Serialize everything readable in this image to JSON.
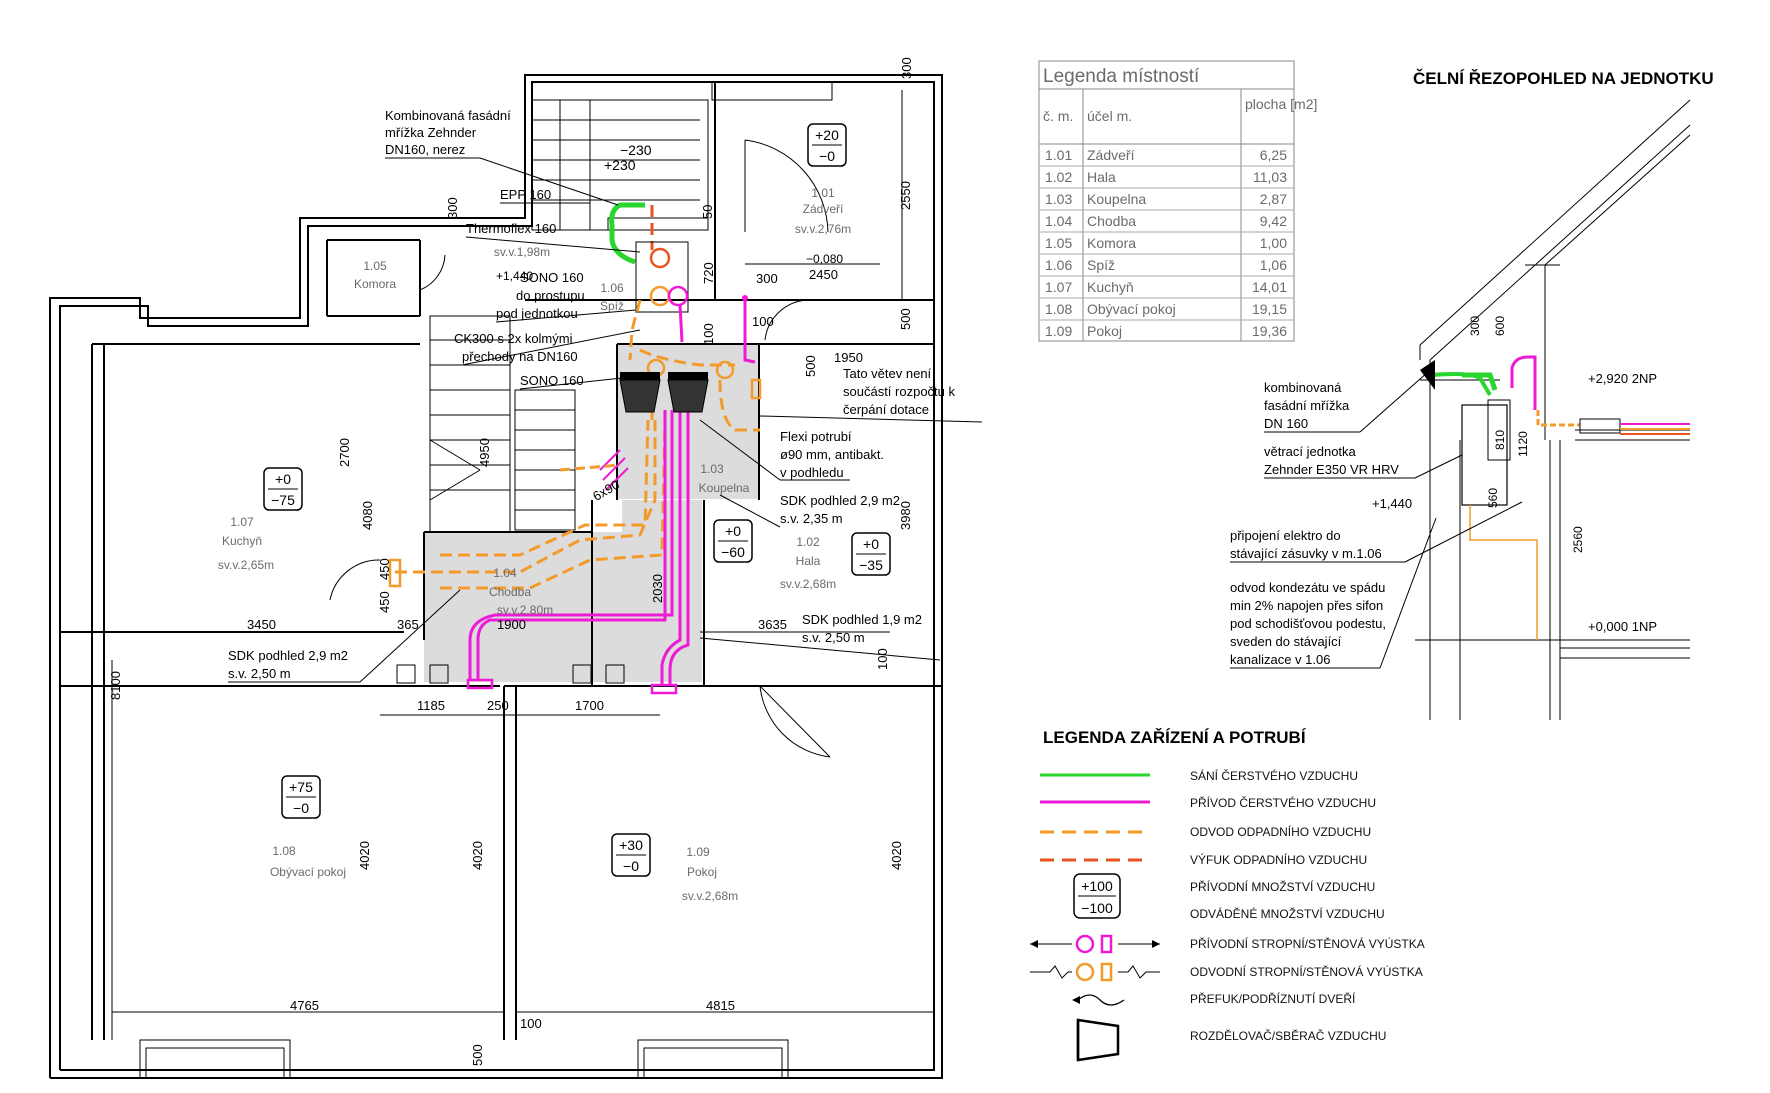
{
  "unit_notes": {
    "facade_grille": [
      "Kombinovaná fasádní",
      "mřížka Zehnder",
      "DN160, nerez"
    ],
    "epp": "EPP 160",
    "thermoflex": "Thermoflex 160",
    "sono_plug": [
      "SONO 160",
      "do prostupu",
      "pod jednotkou"
    ],
    "ck300": [
      "CK300 s 2x kolmými",
      "přechody na DN160"
    ],
    "sono": "SONO 160",
    "branch_note": [
      "Tato větev není",
      "součástí rozpočtu k",
      "čerpání dotace"
    ],
    "flexi": [
      "Flexi potrubí",
      "ø90 mm, antibakt.",
      "v podhledu"
    ],
    "sdk_1": [
      "SDK podhled 2,9 m2",
      "s.v. 2,35 m"
    ],
    "sdk_2": [
      "SDK podhled 1,9 m2",
      "s.v. 2,50 m"
    ],
    "sdk_3": [
      "SDK podhled 2,9 m2",
      "s.v. 2,50 m"
    ],
    "six_x90": "6x90"
  },
  "rooms": [
    {
      "id": "1.01",
      "name": "Zádveří",
      "height": "sv.v.2,76m",
      "flow": [
        "+20",
        "−0"
      ]
    },
    {
      "id": "1.02",
      "name": "Hala",
      "height": "sv.v.2,68m",
      "flow": [
        "+0",
        "−35"
      ]
    },
    {
      "id": "1.03",
      "name": "Koupelna",
      "height": "",
      "flow": [
        "+0",
        "−60"
      ]
    },
    {
      "id": "1.04",
      "name": "Chodba",
      "height": "sv.v.2,80m",
      "flow": []
    },
    {
      "id": "1.05",
      "name": "Komora",
      "height": "",
      "flow": []
    },
    {
      "id": "1.06",
      "name": "Spíž",
      "height": "sv.v.1,98m",
      "flow": []
    },
    {
      "id": "1.07",
      "name": "Kuchyň",
      "height": "sv.v.2,65m",
      "flow": [
        "+0",
        "−75"
      ]
    },
    {
      "id": "1.08",
      "name": "Obývací pokoj",
      "height": "",
      "flow": [
        "+75",
        "−0"
      ]
    },
    {
      "id": "1.09",
      "name": "Pokoj",
      "height": "sv.v.2,68m",
      "flow": [
        "+30",
        "−0"
      ]
    }
  ],
  "dimensions": [
    "+230",
    "−230",
    "300",
    "50",
    "2550",
    "300",
    "720",
    "2450",
    "−0,080",
    "+1,440",
    "500",
    "100",
    "1950",
    "500",
    "2700",
    "4950",
    "4080",
    "450",
    "450",
    "3450",
    "365",
    "1900",
    "2030",
    "3980",
    "3635",
    "100",
    "1185",
    "250",
    "1700",
    "8100",
    "4020",
    "4020",
    "4020",
    "4765",
    "4815",
    "100",
    "500",
    "100",
    "300"
  ],
  "room_table": {
    "title": "Legenda místností",
    "headers": [
      "č. m.",
      "účel m.",
      "plocha [m2]"
    ],
    "rows": [
      [
        "1.01",
        "Zádveří",
        "6,25"
      ],
      [
        "1.02",
        "Hala",
        "11,03"
      ],
      [
        "1.03",
        "Koupelna",
        "2,87"
      ],
      [
        "1.04",
        "Chodba",
        "9,42"
      ],
      [
        "1.05",
        "Komora",
        "1,00"
      ],
      [
        "1.06",
        "Spíž",
        "1,06"
      ],
      [
        "1.07",
        "Kuchyň",
        "14,01"
      ],
      [
        "1.08",
        "Obývací pokoj",
        "19,15"
      ],
      [
        "1.09",
        "Pokoj",
        "19,36"
      ]
    ]
  },
  "section": {
    "title": "ČELNÍ ŘEZOPOHLED NA JEDNOTKU",
    "grille": [
      "kombinovaná",
      "fasádní mřížka",
      "DN 160"
    ],
    "unit": [
      "větrací jednotka",
      "Zehnder E350 VR HRV"
    ],
    "electro": [
      "připojení elektro do",
      "stávající zásuvky v m.1.06"
    ],
    "condensate": [
      "odvod kondezátu ve spádu",
      "min 2% napojen přes sifon",
      "pod schodišťovou podestu,",
      "sveden do stávající",
      "kanalizace v 1.06"
    ],
    "levels": [
      "+2,920  2NP",
      "+1,440",
      "+0,000  1NP"
    ],
    "dims": [
      "300",
      "600",
      "810",
      "1120",
      "560",
      "2560"
    ]
  },
  "legend": {
    "title": "LEGENDA ZAŘÍZENÍ A POTRUBÍ",
    "items": [
      {
        "label": "SÁNÍ ČERSTVÉHO VZDUCHU",
        "color": "#29d62e"
      },
      {
        "label": "PŘÍVOD ČERSTVÉHO VZDUCHU",
        "color": "#ee1bd6"
      },
      {
        "label": "ODVOD ODPADNÍHO VZDUCHU",
        "color": "#f39b2a"
      },
      {
        "label": "VÝFUK ODPADNÍHO VZDUCHU",
        "color": "#e8551f"
      },
      {
        "label": "PŘÍVODNÍ MNOŽSTVÍ VZDUCHU",
        "symbol": "+100"
      },
      {
        "label": "ODVÁDĚNÉ MNOŽSTVÍ VZDUCHU",
        "symbol": "−100"
      },
      {
        "label": "PŘÍVODNÍ STROPNÍ/STĚNOVÁ VYÚSTKA"
      },
      {
        "label": "ODVODNÍ STROPNÍ/STĚNOVÁ VYÚSTKA"
      },
      {
        "label": "PŘEFUK/PODŘÍZNUTÍ DVEŘÍ"
      },
      {
        "label": "ROZDĚLOVAČ/SBĚRAČ VZDUCHU"
      }
    ]
  }
}
